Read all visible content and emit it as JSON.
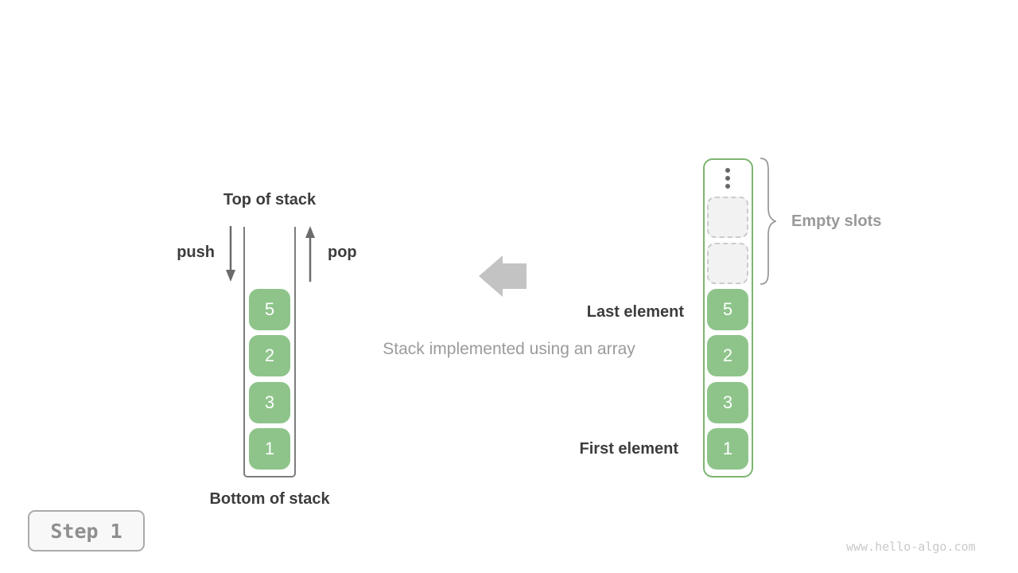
{
  "colors": {
    "block-green": "#8ec48a",
    "array-border-green": "#7cb570",
    "dark-text": "#3d3d3d",
    "gray-text": "#9b9b9b",
    "gray-label": "#999999",
    "big-arrow": "#c3c3c3",
    "arrow-stroke": "#6b6b6b",
    "container-line": "#7d7d7d",
    "slot-bg": "#f2f2f2",
    "slot-border": "#cbcbcb",
    "brace": "#9a9a9a",
    "dot": "#666666",
    "step-text": "#8f8f8f",
    "step-border": "#ababab",
    "step-bg": "#f8f8f8",
    "watermark": "#c9c9c9"
  },
  "stack_diagram": {
    "top_label": "Top of stack",
    "bottom_label": "Bottom of stack",
    "push_label": "push",
    "pop_label": "pop",
    "values": [
      "5",
      "2",
      "3",
      "1"
    ]
  },
  "caption": "Stack implemented using an array",
  "array_diagram": {
    "values": [
      "5",
      "2",
      "3",
      "1"
    ],
    "empty_slot_count": 2,
    "empty_slots_label": "Empty slots",
    "last_element_label": "Last element",
    "first_element_label": "First element"
  },
  "step_badge_label": "Step 1",
  "watermark": "www.hello-algo.com"
}
